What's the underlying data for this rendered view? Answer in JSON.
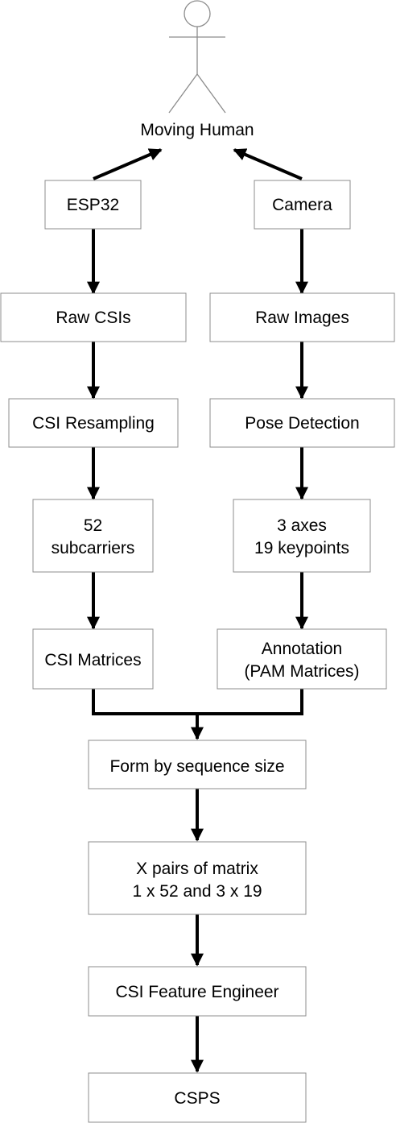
{
  "actor": {
    "label": "Moving Human"
  },
  "nodes": {
    "esp32": "ESP32",
    "camera": "Camera",
    "raw_csis": "Raw CSIs",
    "raw_images": "Raw Images",
    "csi_resampling": "CSI Resampling",
    "pose_detection": "Pose Detection",
    "subcarriers": [
      "52",
      "subcarriers"
    ],
    "axes_keypoints": [
      "3 axes",
      "19 keypoints"
    ],
    "csi_matrices": "CSI Matrices",
    "annotation": [
      "Annotation",
      "(PAM Matrices)"
    ],
    "form_by_sequence": "Form by sequence size",
    "x_pairs": [
      "X pairs of matrix",
      "1 x 52 and 3 x 19"
    ],
    "feature_engineer": "CSI Feature Engineer",
    "csps": "CSPS"
  },
  "colors": {
    "box_stroke": "#8c8c8c",
    "edge": "#000000",
    "background": "#ffffff"
  }
}
